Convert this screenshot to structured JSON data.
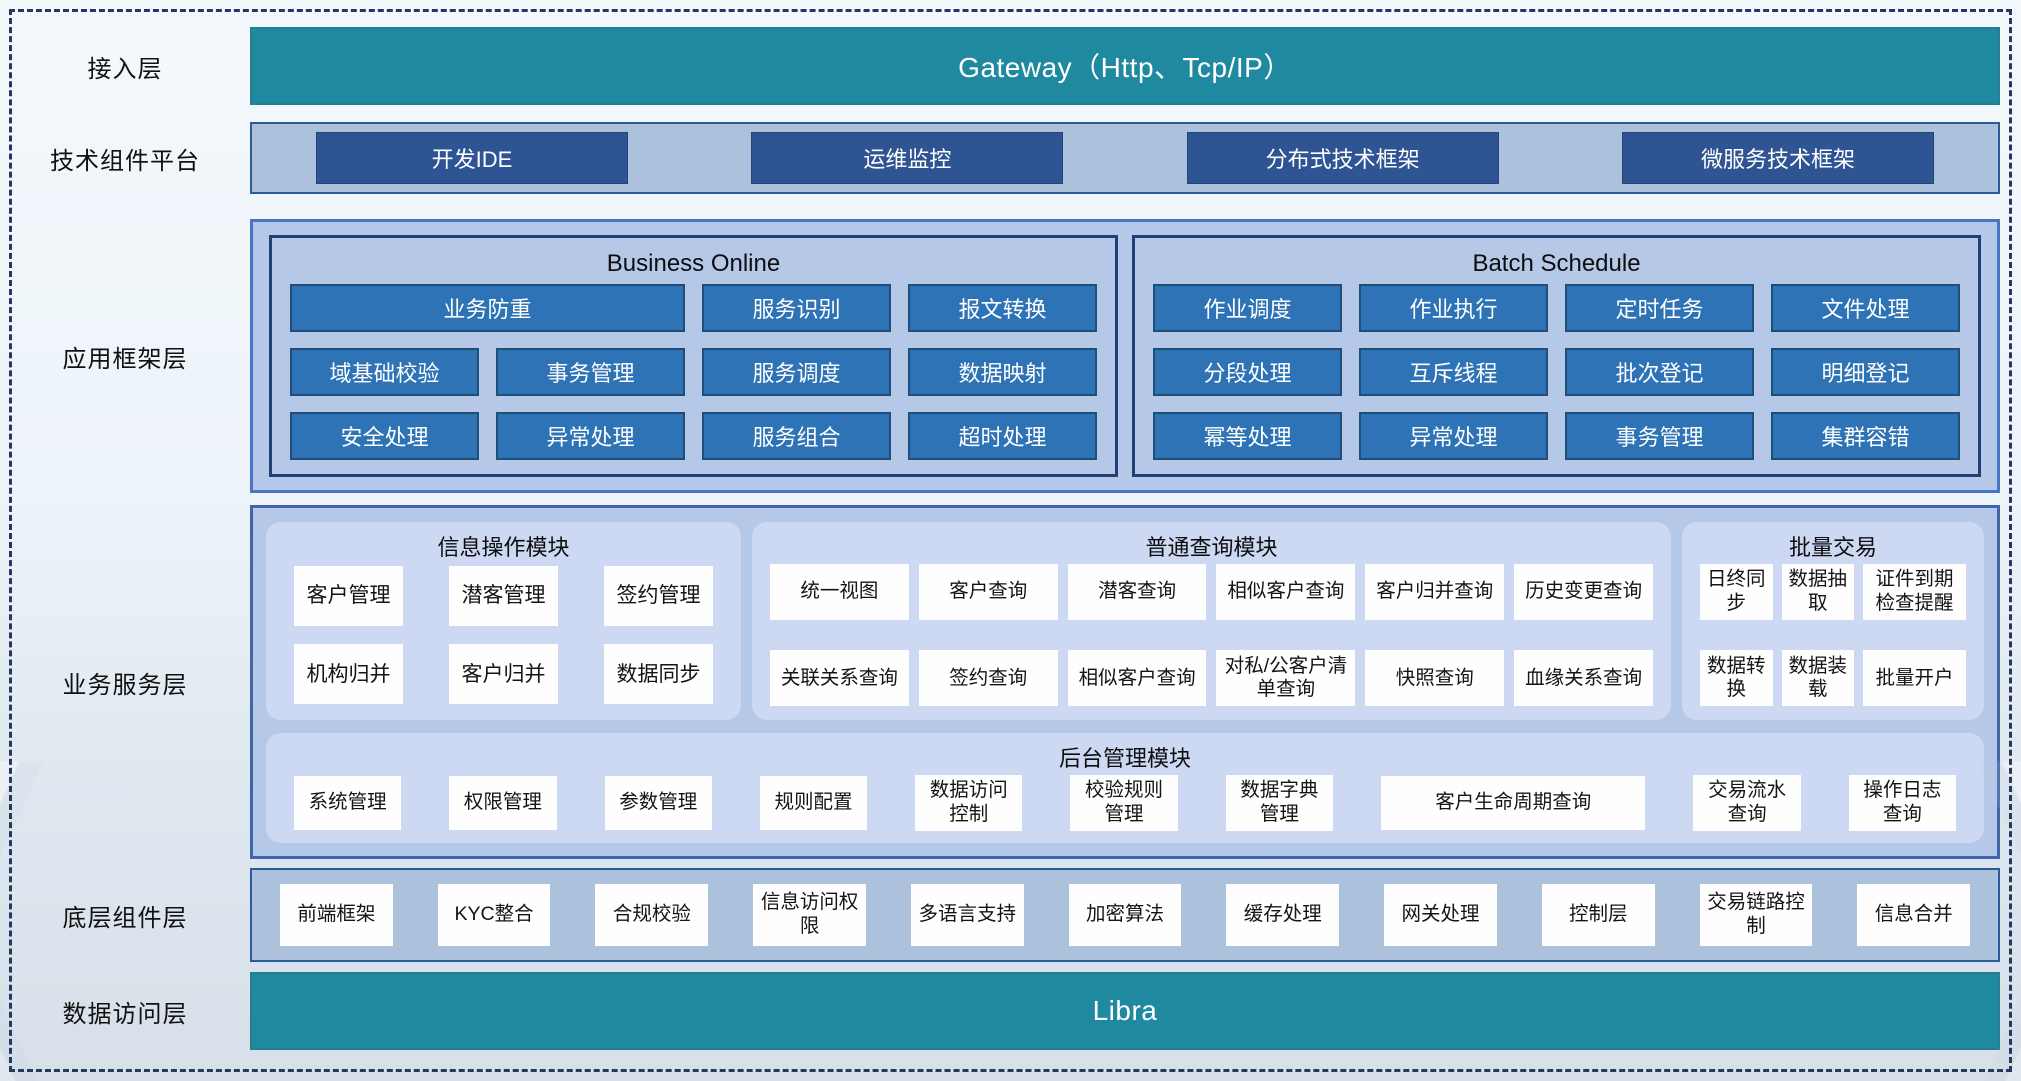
{
  "colors": {
    "teal_bar": "#1f89a0",
    "navy_box": "#2e5494",
    "steel_box": "#2d73b5",
    "container_light_blue": "#abc1dc",
    "container_periwinkle": "#b5c8e8",
    "module_bg": "#cdd9f2",
    "dashed_border": "#25395f",
    "panel_border_dark": "#1f4077"
  },
  "layers": {
    "access": {
      "label": "接入层",
      "bar_text": "Gateway（Http、Tcp/IP）"
    },
    "tech_platform": {
      "label": "技术组件平台",
      "items": [
        "开发IDE",
        "运维监控",
        "分布式技术框架",
        "微服务技术框架"
      ]
    },
    "app_framework": {
      "label": "应用框架层",
      "panels": [
        {
          "title": "Business Online",
          "boxes": [
            {
              "label": "业务防重",
              "span": 2
            },
            {
              "label": "服务识别"
            },
            {
              "label": "报文转换"
            },
            {
              "label": "域基础校验"
            },
            {
              "label": "事务管理"
            },
            {
              "label": "服务调度"
            },
            {
              "label": "数据映射"
            },
            {
              "label": "安全处理"
            },
            {
              "label": "异常处理"
            },
            {
              "label": "服务组合"
            },
            {
              "label": "超时处理"
            }
          ]
        },
        {
          "title": "Batch Schedule",
          "boxes": [
            {
              "label": "作业调度"
            },
            {
              "label": "作业执行"
            },
            {
              "label": "定时任务"
            },
            {
              "label": "文件处理"
            },
            {
              "label": "分段处理"
            },
            {
              "label": "互斥线程"
            },
            {
              "label": "批次登记"
            },
            {
              "label": "明细登记"
            },
            {
              "label": "幂等处理"
            },
            {
              "label": "异常处理"
            },
            {
              "label": "事务管理"
            },
            {
              "label": "集群容错"
            }
          ]
        }
      ]
    },
    "business_service": {
      "label": "业务服务层",
      "modules": [
        {
          "title": "信息操作模块",
          "items": [
            "客户管理",
            "潜客管理",
            "签约管理",
            "机构归并",
            "客户归并",
            "数据同步"
          ]
        },
        {
          "title": "普通查询模块",
          "items": [
            "统一视图",
            "客户查询",
            "潜客查询",
            "相似客户查询",
            "客户归并查询",
            "历史变更查询",
            "关联关系查询",
            "签约查询",
            "相似客户查询",
            "对私/公客户清单查询",
            "快照查询",
            "血缘关系查询"
          ]
        },
        {
          "title": "批量交易",
          "items": [
            "日终同步",
            "数据抽取",
            "证件到期检查提醒",
            "数据转换",
            "数据装载",
            "批量开户"
          ]
        }
      ],
      "admin_module": {
        "title": "后台管理模块",
        "items": [
          {
            "label": "系统管理"
          },
          {
            "label": "权限管理"
          },
          {
            "label": "参数管理"
          },
          {
            "label": "规则配置"
          },
          {
            "label": "数据访问控制"
          },
          {
            "label": "校验规则管理"
          },
          {
            "label": "数据字典管理"
          },
          {
            "label": "客户生命周期查询",
            "wide": true
          },
          {
            "label": "交易流水查询"
          },
          {
            "label": "操作日志查询"
          }
        ]
      }
    },
    "bottom_components": {
      "label": "底层组件层",
      "items": [
        "前端框架",
        "KYC整合",
        "合规校验",
        "信息访问权限",
        "多语言支持",
        "加密算法",
        "缓存处理",
        "网关处理",
        "控制层",
        "交易链路控制",
        "信息合并"
      ]
    },
    "data_access": {
      "label": "数据访问层",
      "bar_text": "Libra"
    }
  }
}
